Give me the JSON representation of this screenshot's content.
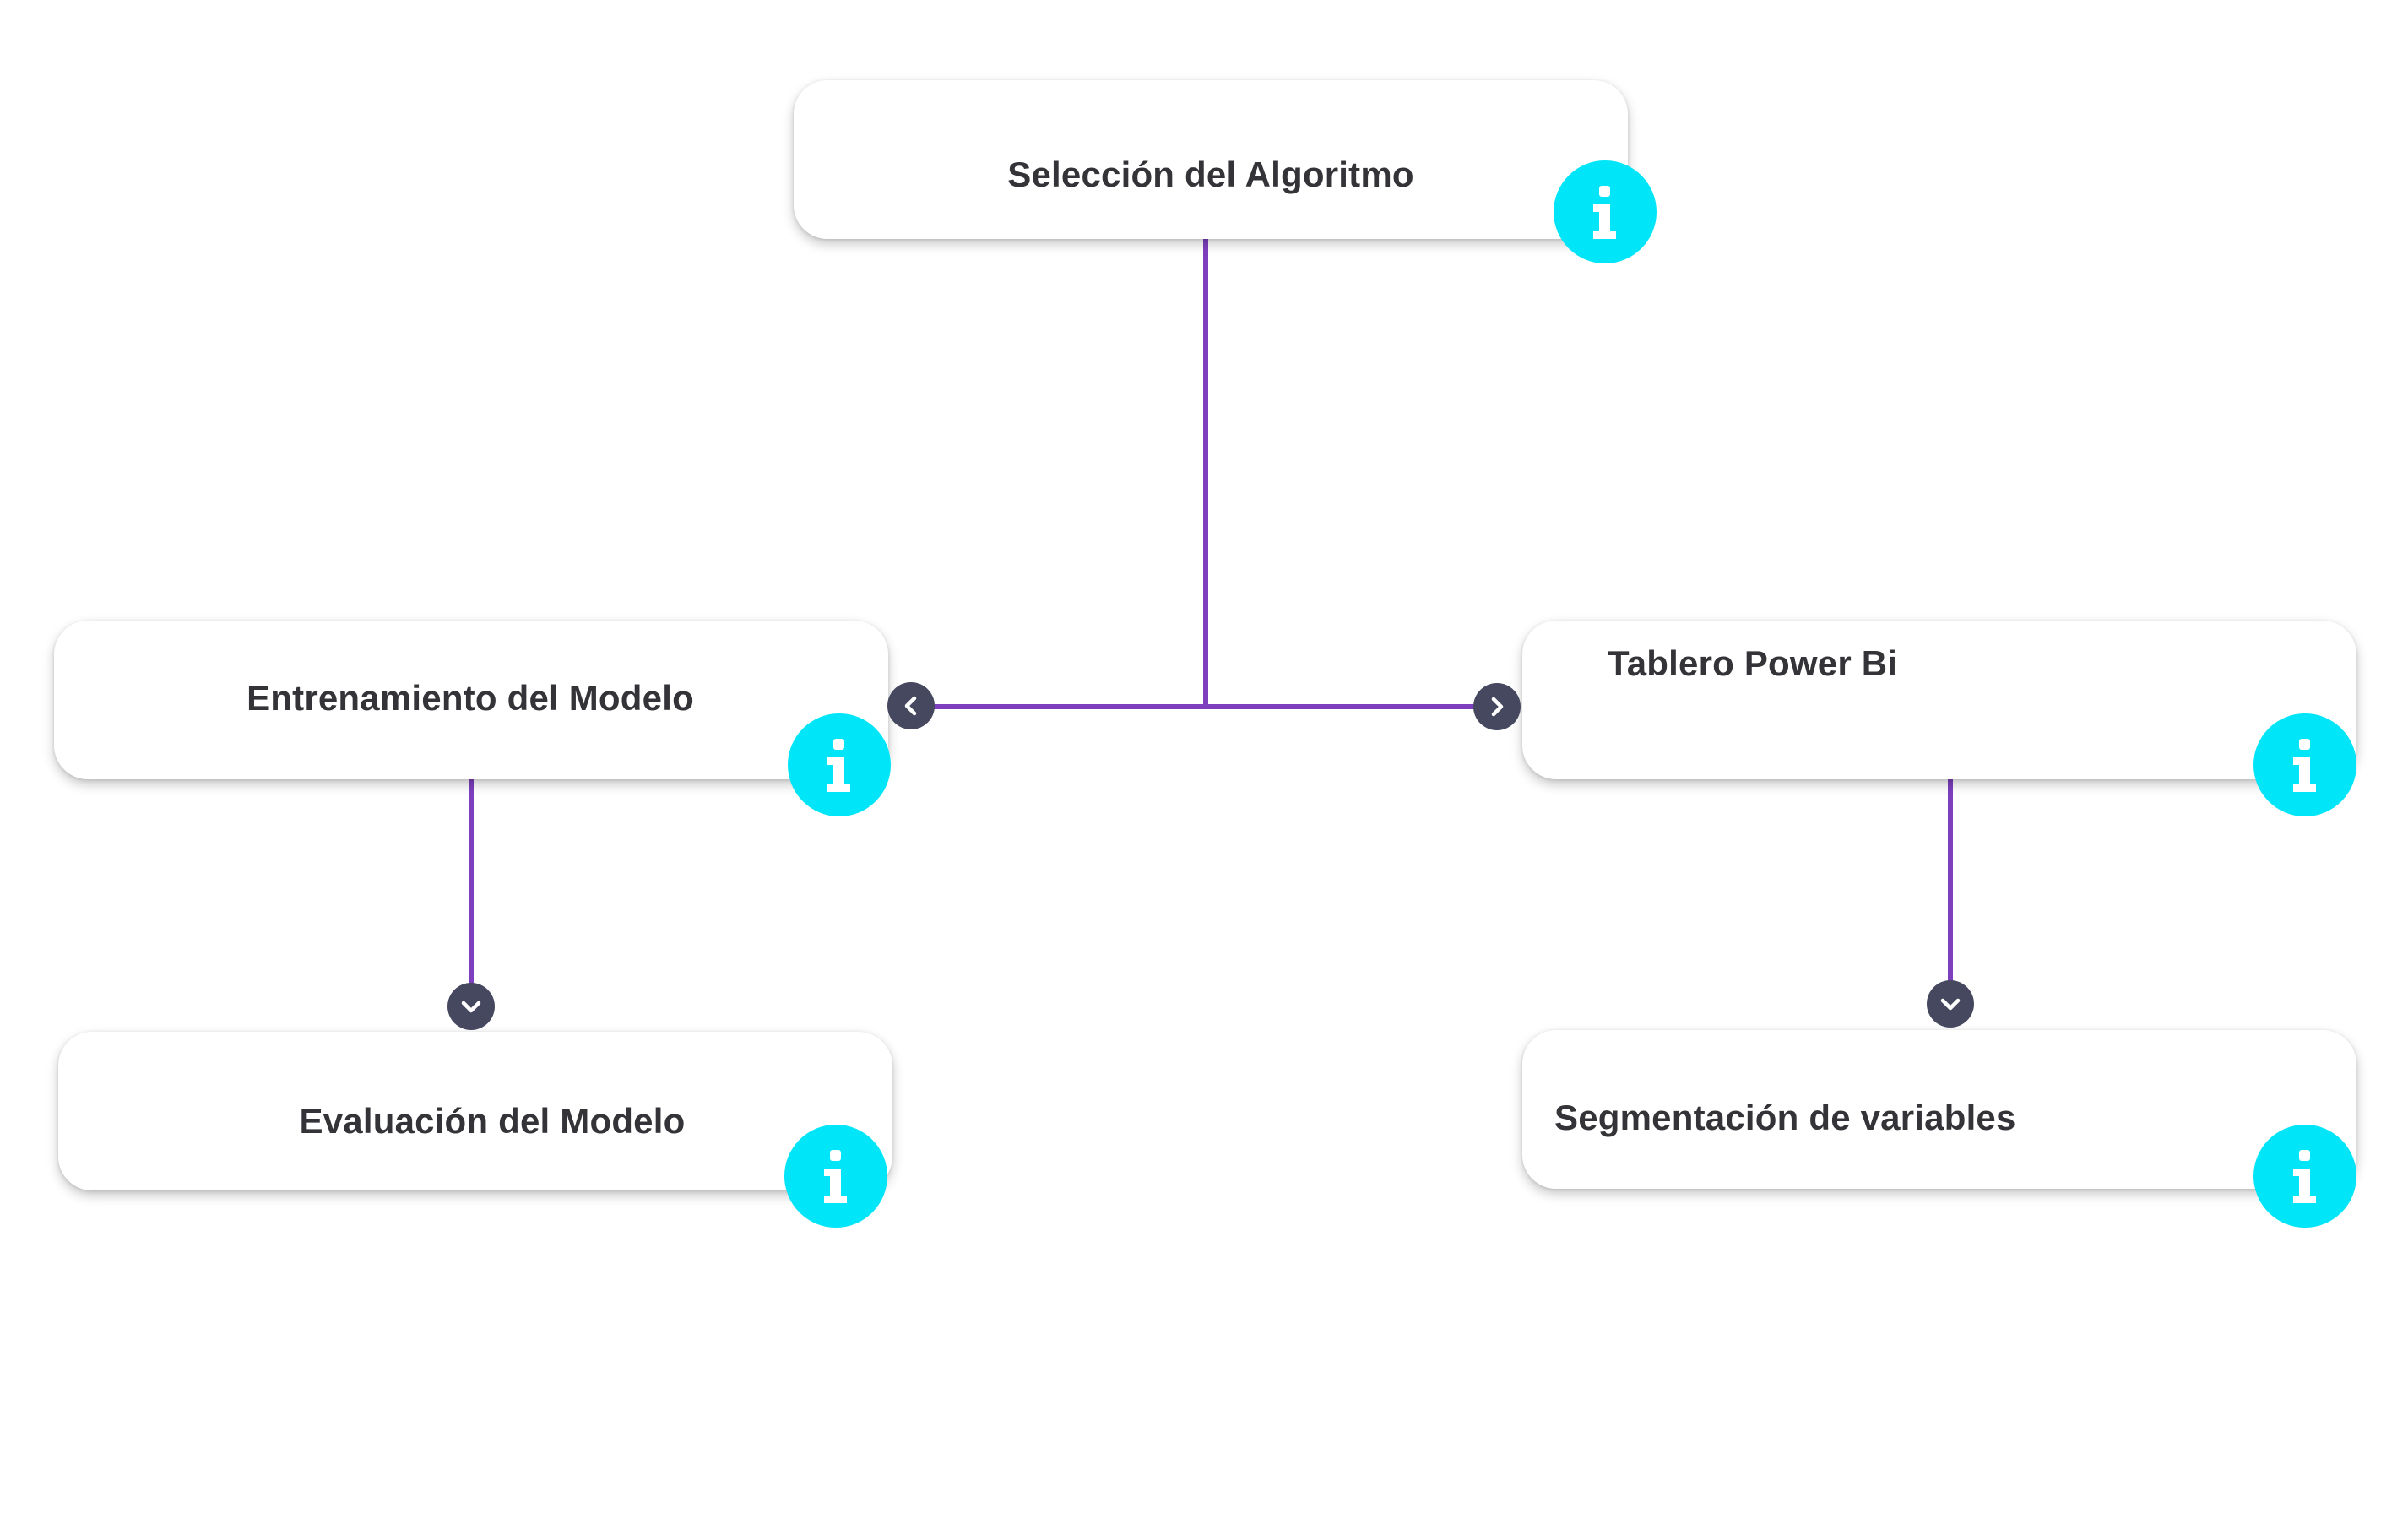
{
  "diagram": {
    "line_color": "#7e3fbf",
    "accent_info_color": "#00e5f7",
    "toggle_color": "#45485e",
    "nodes": {
      "seleccion": {
        "label": "Selección del Algoritmo",
        "icon": "info-icon"
      },
      "entrenamiento": {
        "label": "Entrenamiento del Modelo",
        "icon": "info-icon"
      },
      "evaluacion": {
        "label": "Evaluación del Modelo",
        "icon": "info-icon"
      },
      "tablero": {
        "label": "Tablero Power Bi",
        "icon": "info-icon"
      },
      "segmentacion": {
        "label": "Segmentación de variables",
        "icon": "info-icon"
      }
    },
    "toggles": {
      "left": {
        "icon": "chevron-left-icon"
      },
      "right": {
        "icon": "chevron-right-icon"
      },
      "down_left": {
        "icon": "chevron-down-icon"
      },
      "down_right": {
        "icon": "chevron-down-icon"
      }
    }
  }
}
